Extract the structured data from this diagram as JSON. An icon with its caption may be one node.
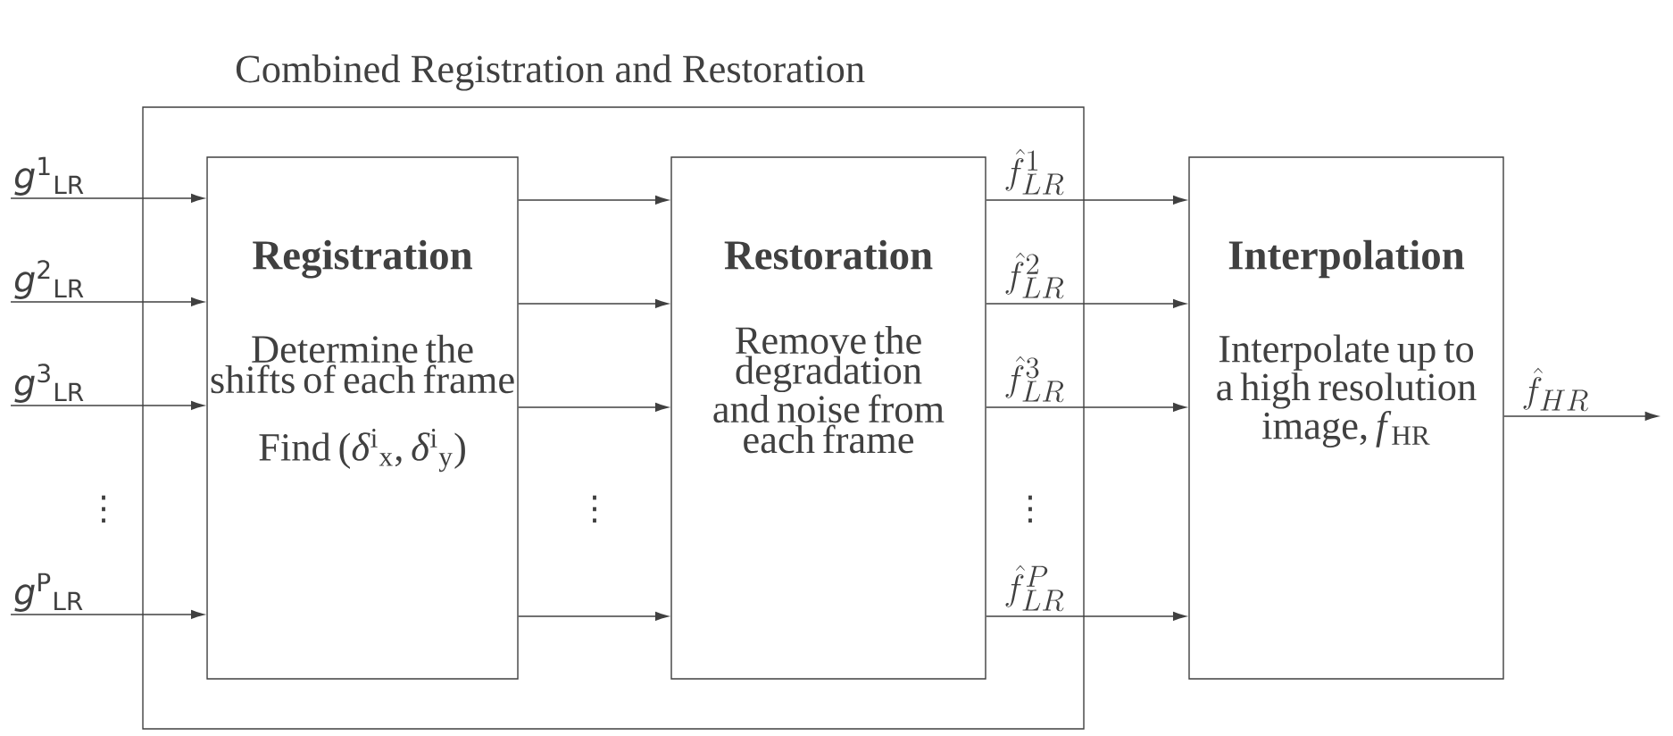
{
  "diagram": {
    "nodes": [
      {
        "text": [
          "Combined Registration and Restoration"
        ]
      },
      {
        "text": [
          "Registration",
          "Determine the shifts of each frame",
          "Find (*δ*$^{i}$$_{x}$, *δ*$^{i}$$_{y}$)"
        ],
        "in": 0
      },
      {
        "text": [
          "Restoration",
          "Remove the degradation and noise from each frame"
        ],
        "in": 0
      },
      {
        "text": [
          "Interpolation",
          "Interpolate up to a high resolution image, *f*$_{HR}$"
        ]
      },
      {
        "text": [
          "*g*$^{1}$$_{LR}$"
        ]
      },
      {
        "text": [
          "*g*$^{2}$$_{LR}$"
        ]
      },
      {
        "text": [
          "*g*$^{3}$$_{LR}$"
        ]
      },
      {
        "text": [
          "*g*$^{P}$$_{LR}$"
        ]
      }
    ],
    "edges": [
      {
        "from": 4,
        "to": 1,
        "arrow": "to"
      },
      {
        "from": 5,
        "to": 1,
        "arrow": "to"
      },
      {
        "from": 6,
        "to": 1,
        "arrow": "to"
      },
      {
        "from": 7,
        "to": 1,
        "arrow": "to"
      },
      {
        "from": 1,
        "to": 2,
        "arrow": "to"
      },
      {
        "from": 1,
        "to": 2,
        "arrow": "to"
      },
      {
        "from": 1,
        "to": 2,
        "arrow": "to"
      },
      {
        "from": 1,
        "to": 2,
        "arrow": "to"
      },
      {
        "from": 2,
        "to": 3,
        "arrow": "to",
        "label": "\\hat{f}^{1}_{LR}"
      },
      {
        "from": 2,
        "to": 3,
        "arrow": "to",
        "label": "\\hat{f}^{2}_{LR}"
      },
      {
        "from": 2,
        "to": 3,
        "arrow": "to",
        "label": "\\hat{f}^{3}_{LR}"
      },
      {
        "from": 2,
        "to": 3,
        "arrow": "to",
        "label": "\\hat{f}^{P}_{LR}"
      },
      {
        "from": 3,
        "to": null,
        "arrow": "to",
        "label": "\\hat{f}_{HR}"
      }
    ],
    "labels": [
      "⋮",
      "⋮",
      "⋮"
    ]
  }
}
